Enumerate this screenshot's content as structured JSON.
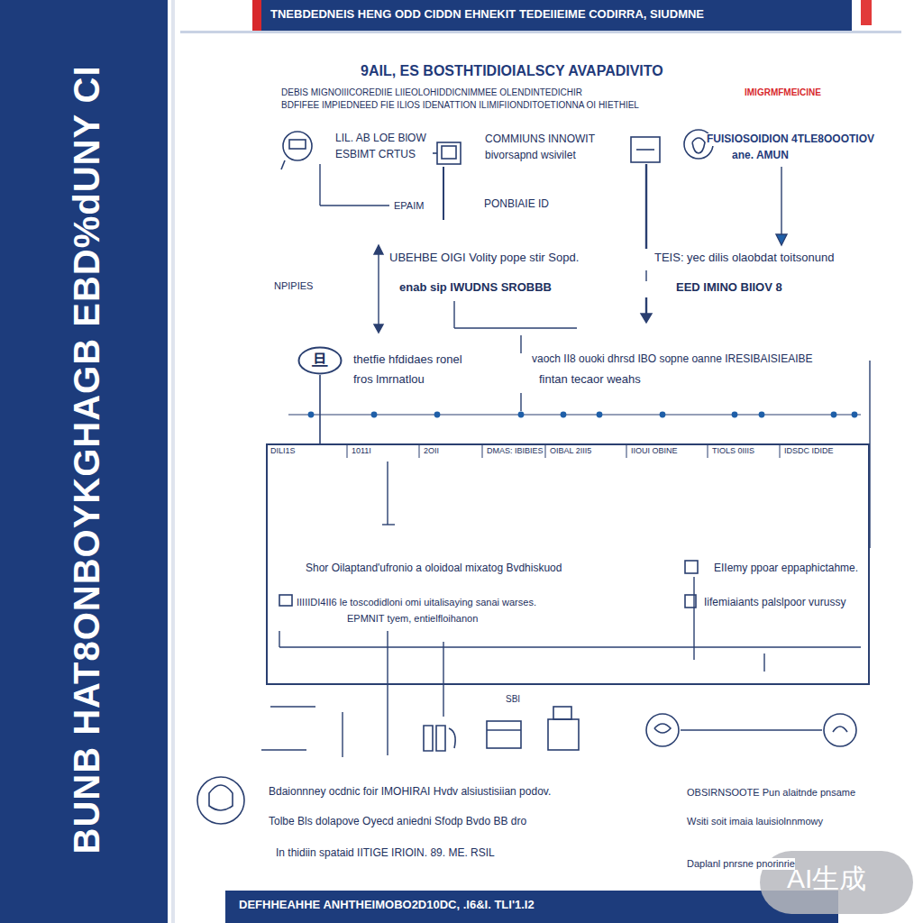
{
  "diagram": {
    "title": "9AIL, ES BOSTHTIDIOIALSCY AVAPADIVITO",
    "nodes": [
      {
        "text": [
          "旦"
        ]
      },
      {
        "text": [
          "Shor Oilaptand'ufronio a oloidoal mixatog Bvdhiskuod",
          "EIIemy ppoar eppaphictahme.",
          "IIIIIDI4II6 le toscodidloni omi uitalisaying sanai warses.",
          "EPMNIT tyem, entielfloihanon",
          "Iifemiaiants palslpoor vurussy"
        ]
      }
    ],
    "edges": [
      {
        "from": 0,
        "to": 1,
        "arrow": "none"
      }
    ],
    "labels": [
      "BUNB HAT8ONBOYKGHAGB EBD%dUNY CI",
      "TNEBDEDNEIS HENG ODD CIDDN EHNEKIT  TEDEIIEIME CODIRRA, SIUDMNE",
      "DEBIS MIGNOIIICOREDIIE LIIEOLOHIDDICNIMMEE OLENDINTEDICHIR",
      "IMIGRMFMEICINE",
      "BDFIFEE IMPIEDNEED FIE ILIOS IDENATTION ILIMIFIIONDITOETIONNA OI HIETHIEL",
      "LIL. AB LOE BlOW",
      "ESBIMT CRTUS",
      "COMMIUNS INNOWIT",
      "bivorsapnd wsivilet",
      "FUISIOSOIDION 4TLE8OOOTIOV",
      "ane. AMUN",
      "EPAIM",
      "PONBIAIE ID",
      "NPIPIES",
      "UBEHBE OIGI Volity pope stir Sopd.",
      "enab sip IWUDNS SROBBB",
      "TEIS:  yec dilis olaobdat toitsonund",
      "EED IMINO BIIOV 8",
      "thetfie hfdidaes ronel",
      "fros lmrnatlou",
      "vaoch II8 ouoki dhrsd IBO sopne oanne IRESIBAISIEAIBE",
      "fintan tecaor weahs",
      "DILI1S",
      "1011I",
      "2OII",
      "DMAS: IBIBIES",
      "OIBAL 2III5",
      "IIOUI OBINE",
      "TIOLS 0IIIS",
      "IDSDC IDIDE",
      "SBI",
      "Bdaionnney ocdnic foir IMOHIRAI Hvdv alsiustisiian podov.",
      "Tolbe Bls dolapove Oyecd aniedni Sfodp Bvdo BB dro",
      "In thidiin spataid IITIGE IRIOIN. 89. ME. RSIL",
      "OBSIRNSOOTE Pun alaitnde pnsame",
      "Wsiti soit imaia lauisiolnnmowy",
      "Daplanl pnrsne pnorinrie",
      "DEFHHEAHHE  ANHTHEIMOBO2D10DC, .I6&I. TLI'1.I2",
      "AI生成"
    ]
  }
}
